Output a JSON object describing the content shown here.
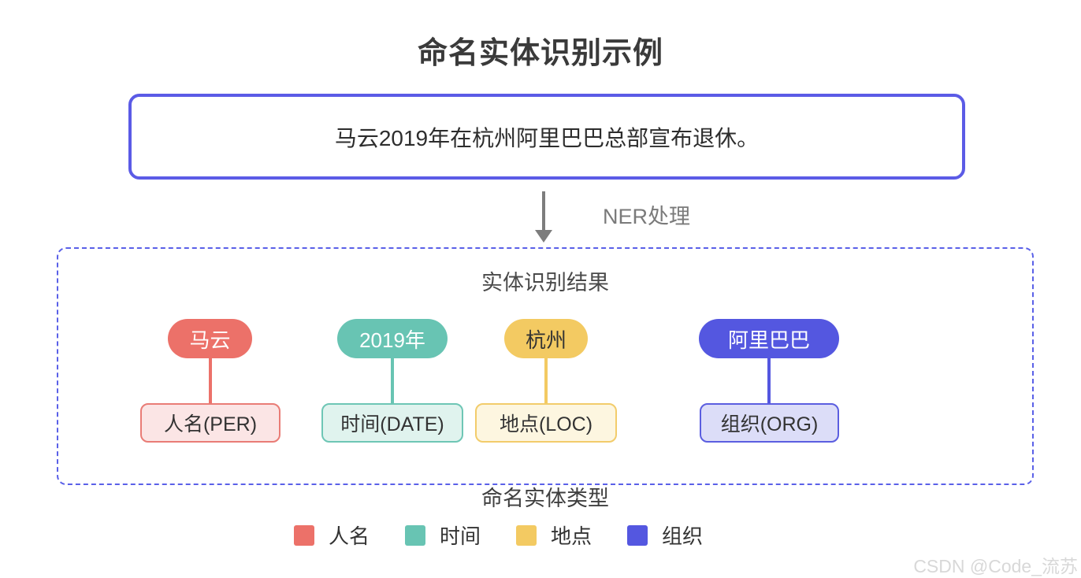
{
  "title": "命名实体识别示例",
  "input_box": {
    "text": "马云2019年在杭州阿里巴巴总部宣布退休。",
    "border_color": "#5b5be6"
  },
  "process": {
    "arrow_icon": "down-arrow",
    "arrow_color": "#7d7d7d",
    "label": "NER处理"
  },
  "results_box": {
    "title": "实体识别结果",
    "footer": "命名实体类型",
    "border_color": "#5a60e8",
    "entities": [
      {
        "text": "马云",
        "type_label": "人名(PER)",
        "color": "#ec7169",
        "text_color": "#ffffff",
        "box_fill": "#fbe5e5",
        "box_border": "#e97c76"
      },
      {
        "text": "2019年",
        "type_label": "时间(DATE)",
        "color": "#68c4b3",
        "text_color": "#ffffff",
        "box_fill": "#e0f3ee",
        "box_border": "#6ec6b5"
      },
      {
        "text": "杭州",
        "type_label": "地点(LOC)",
        "color": "#f3ca62",
        "text_color": "#333333",
        "box_fill": "#fdf6e0",
        "box_border": "#f2cc6b"
      },
      {
        "text": "阿里巴巴",
        "type_label": "组织(ORG)",
        "color": "#5457e0",
        "text_color": "#ffffff",
        "box_fill": "#dcddf8",
        "box_border": "#5b5ee0"
      }
    ]
  },
  "legend": {
    "items": [
      {
        "label": "人名",
        "color": "#ec7169"
      },
      {
        "label": "时间",
        "color": "#68c4b3"
      },
      {
        "label": "地点",
        "color": "#f3ca62"
      },
      {
        "label": "组织",
        "color": "#5457e0"
      }
    ]
  },
  "watermark": "CSDN @Code_流苏"
}
